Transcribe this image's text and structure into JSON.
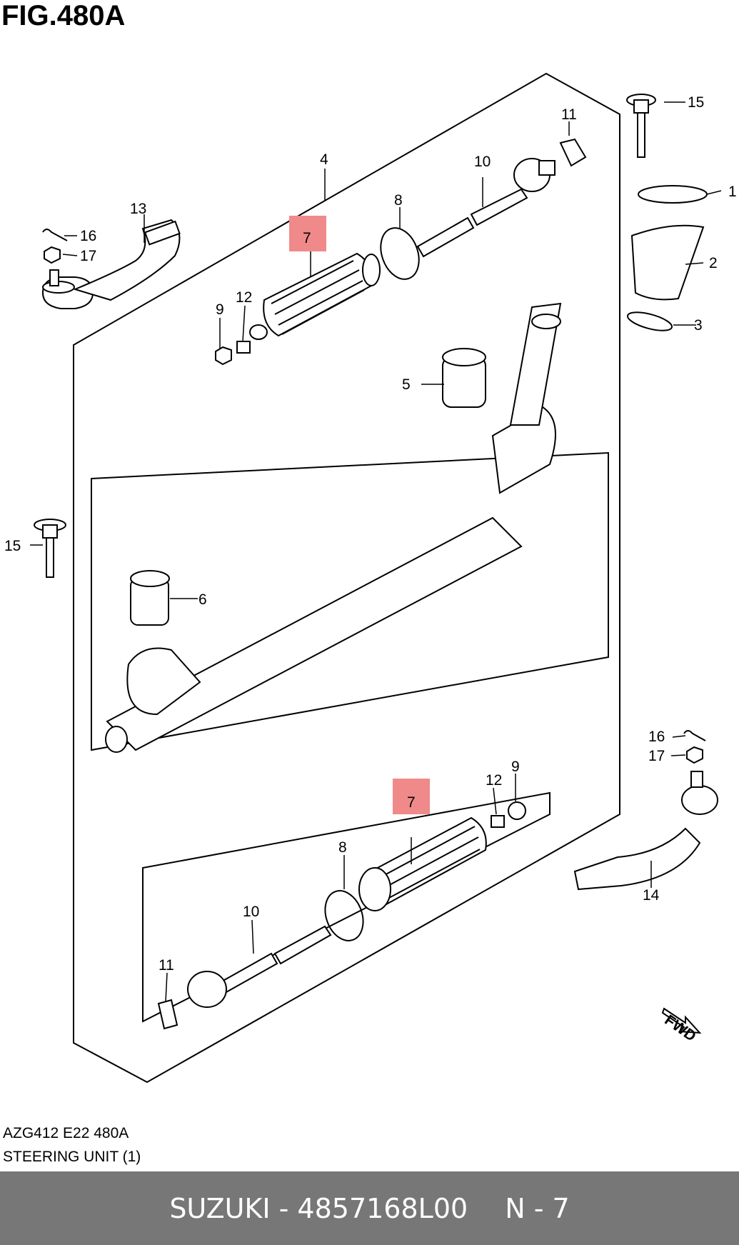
{
  "figure": {
    "title": "FIG.480A",
    "code": "AZG412 E22 480A",
    "name": "STEERING UNIT (1)"
  },
  "callouts": {
    "c1": "1",
    "c2": "2",
    "c3": "3",
    "c4": "4",
    "c5": "5",
    "c6": "6",
    "c7a": "7",
    "c7b": "7",
    "c8a": "8",
    "c8b": "8",
    "c9a": "9",
    "c9b": "9",
    "c10a": "10",
    "c10b": "10",
    "c11a": "11",
    "c11b": "11",
    "c12a": "12",
    "c12b": "12",
    "c13": "13",
    "c14": "14",
    "c15a": "15",
    "c15b": "15",
    "c16a": "16",
    "c16b": "16",
    "c17a": "17",
    "c17b": "17"
  },
  "fwd_label": "FWD",
  "highlight_color": "#f08a8a",
  "footer": {
    "part_text": "SUZUKI - 4857168L00",
    "qty_text": "N - 7"
  }
}
